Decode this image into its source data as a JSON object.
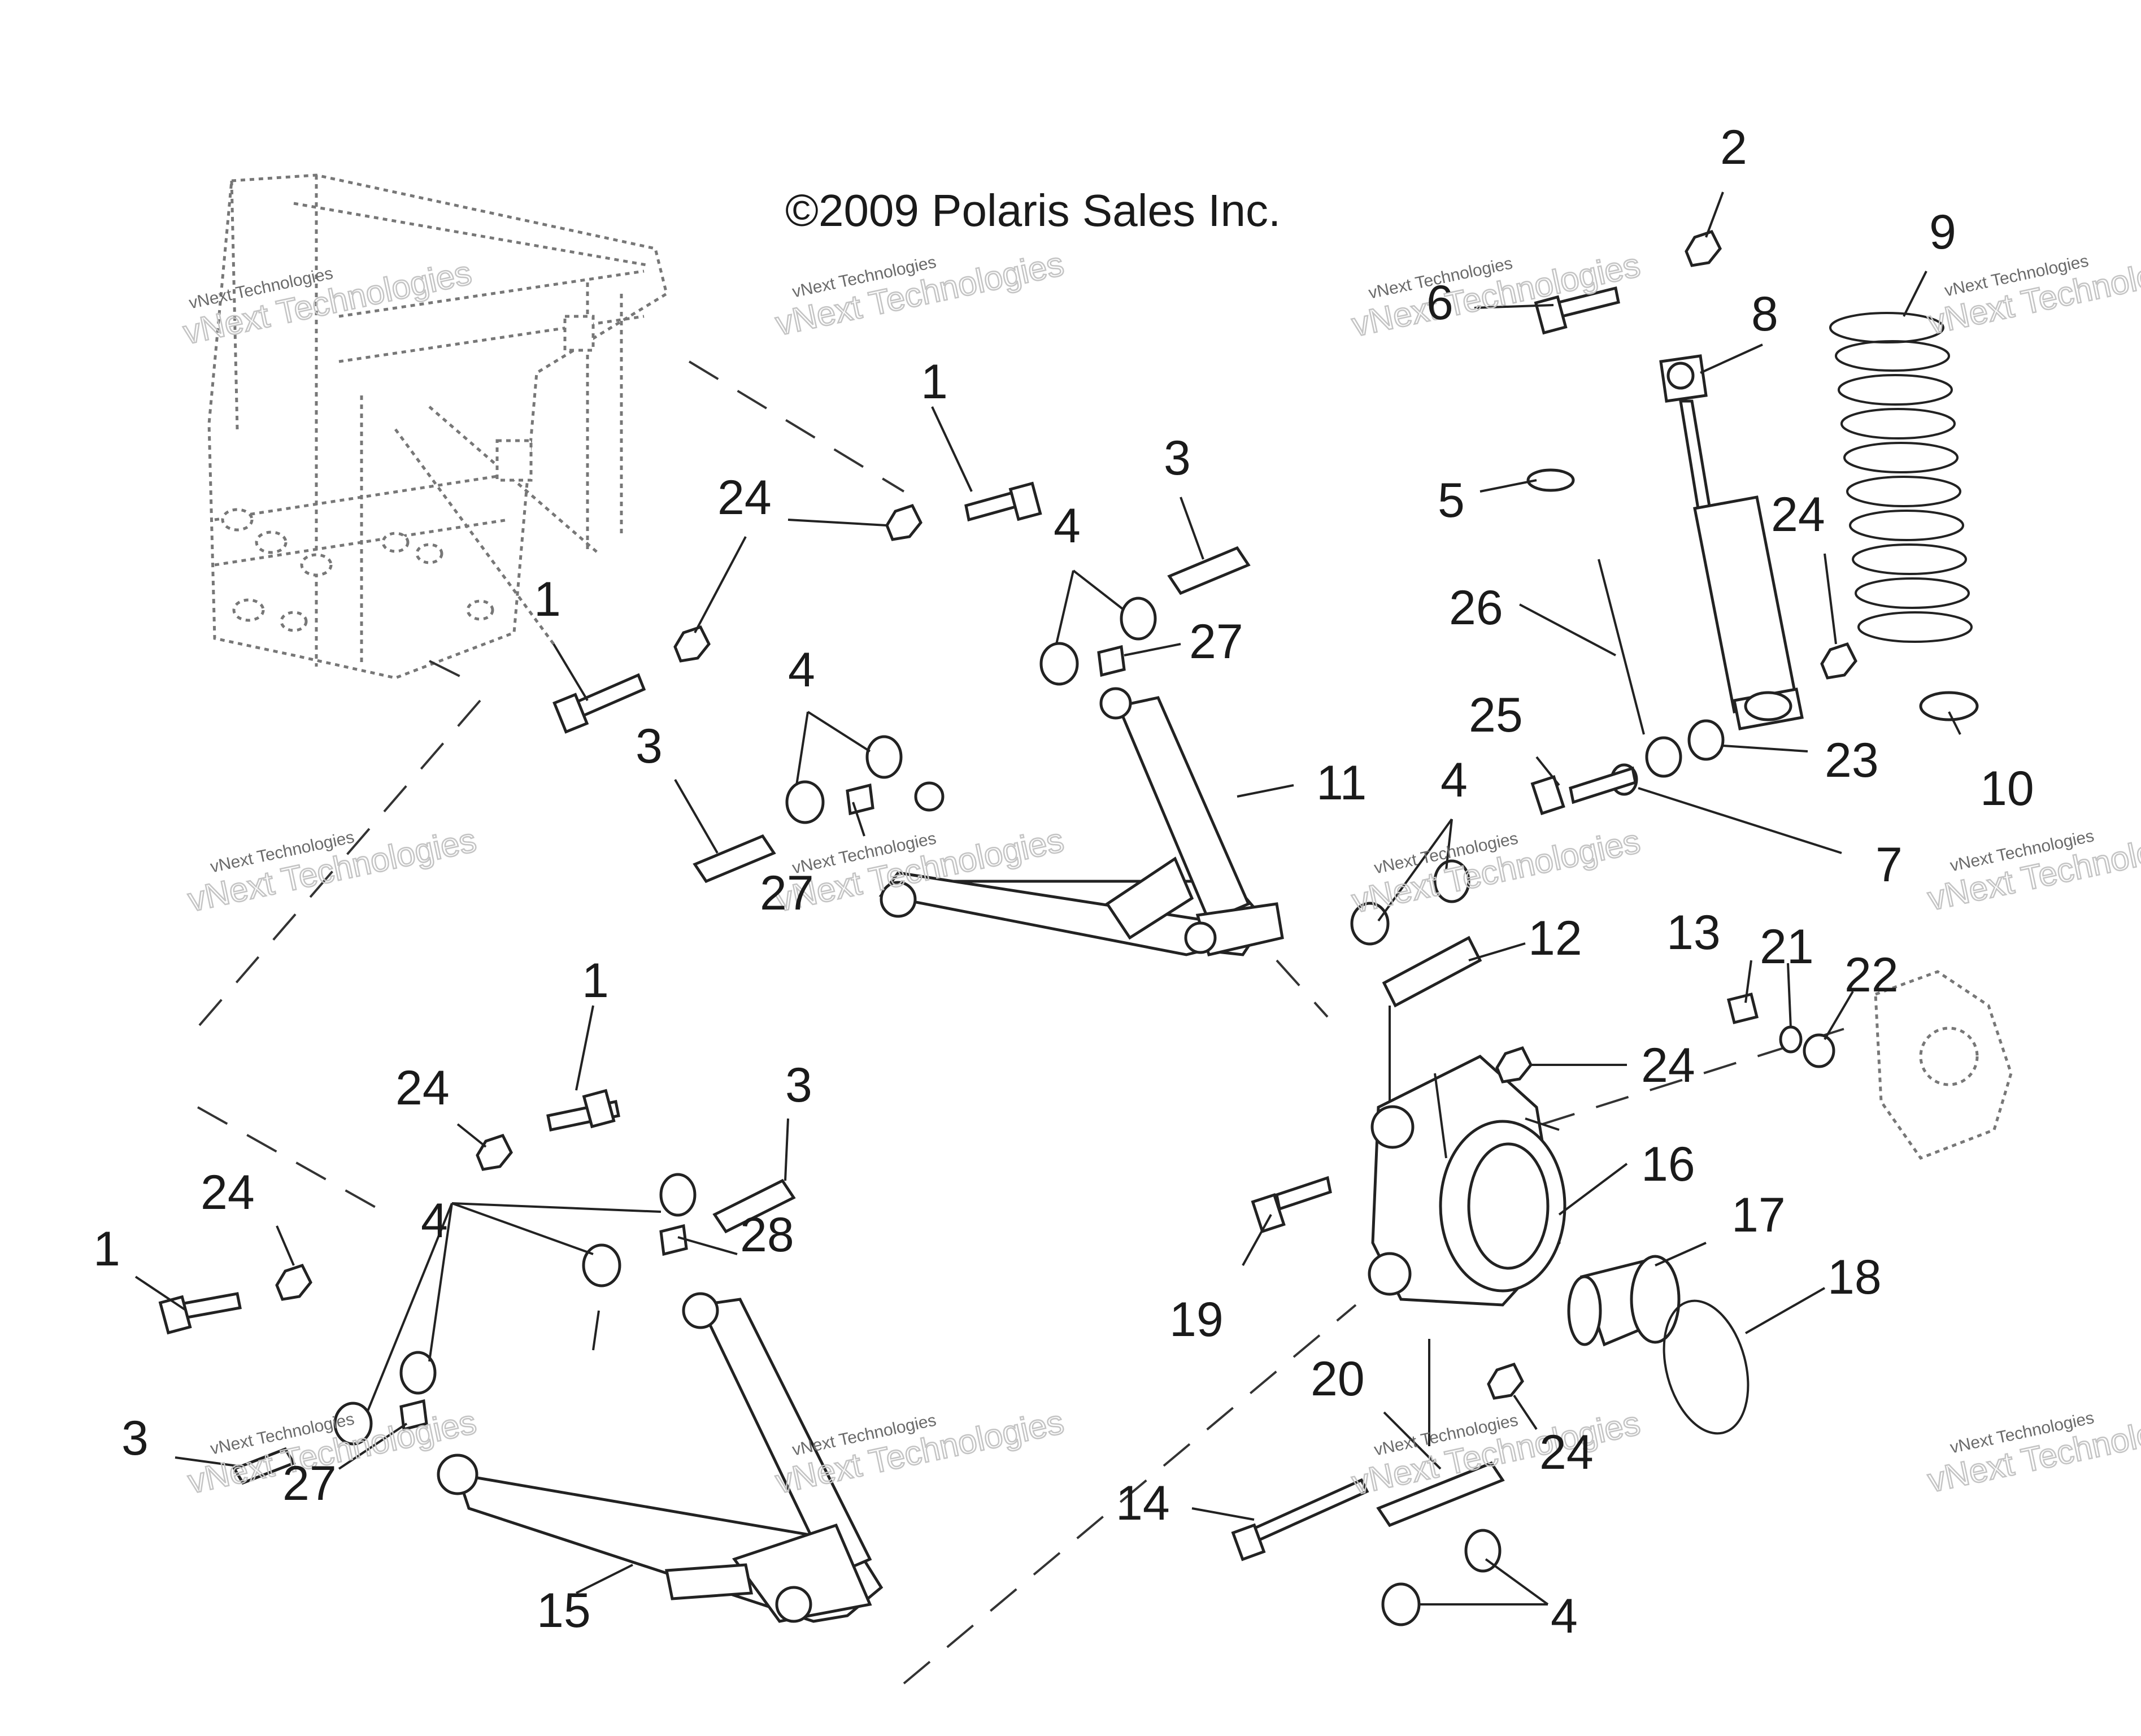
{
  "copyright": "©2009 Polaris Sales Inc.",
  "watermark": {
    "line1": "vNext Technologies",
    "line2": "vNext Technologies"
  },
  "callouts": [
    {
      "id": "callout-1a",
      "text": "1"
    },
    {
      "id": "callout-1b",
      "text": "1"
    },
    {
      "id": "callout-1c",
      "text": "1"
    },
    {
      "id": "callout-1d",
      "text": "1"
    },
    {
      "id": "callout-2",
      "text": "2"
    },
    {
      "id": "callout-3a",
      "text": "3"
    },
    {
      "id": "callout-3b",
      "text": "3"
    },
    {
      "id": "callout-3c",
      "text": "3"
    },
    {
      "id": "callout-3d",
      "text": "3"
    },
    {
      "id": "callout-4a",
      "text": "4"
    },
    {
      "id": "callout-4b",
      "text": "4"
    },
    {
      "id": "callout-4c",
      "text": "4"
    },
    {
      "id": "callout-4d",
      "text": "4"
    },
    {
      "id": "callout-4e",
      "text": "4"
    },
    {
      "id": "callout-5",
      "text": "5"
    },
    {
      "id": "callout-6",
      "text": "6"
    },
    {
      "id": "callout-7",
      "text": "7"
    },
    {
      "id": "callout-8",
      "text": "8"
    },
    {
      "id": "callout-9",
      "text": "9"
    },
    {
      "id": "callout-10",
      "text": "10"
    },
    {
      "id": "callout-11",
      "text": "11"
    },
    {
      "id": "callout-12",
      "text": "12"
    },
    {
      "id": "callout-13",
      "text": "13"
    },
    {
      "id": "callout-14",
      "text": "14"
    },
    {
      "id": "callout-15",
      "text": "15"
    },
    {
      "id": "callout-16",
      "text": "16"
    },
    {
      "id": "callout-17",
      "text": "17"
    },
    {
      "id": "callout-18",
      "text": "18"
    },
    {
      "id": "callout-19",
      "text": "19"
    },
    {
      "id": "callout-20",
      "text": "20"
    },
    {
      "id": "callout-21",
      "text": "21"
    },
    {
      "id": "callout-22",
      "text": "22"
    },
    {
      "id": "callout-23",
      "text": "23"
    },
    {
      "id": "callout-24a",
      "text": "24"
    },
    {
      "id": "callout-24b",
      "text": "24"
    },
    {
      "id": "callout-24c",
      "text": "24"
    },
    {
      "id": "callout-24d",
      "text": "24"
    },
    {
      "id": "callout-24e",
      "text": "24"
    },
    {
      "id": "callout-24f",
      "text": "24"
    },
    {
      "id": "callout-25",
      "text": "25"
    },
    {
      "id": "callout-26",
      "text": "26"
    },
    {
      "id": "callout-27a",
      "text": "27"
    },
    {
      "id": "callout-27b",
      "text": "27"
    },
    {
      "id": "callout-27c",
      "text": "27"
    },
    {
      "id": "callout-28",
      "text": "28"
    }
  ]
}
